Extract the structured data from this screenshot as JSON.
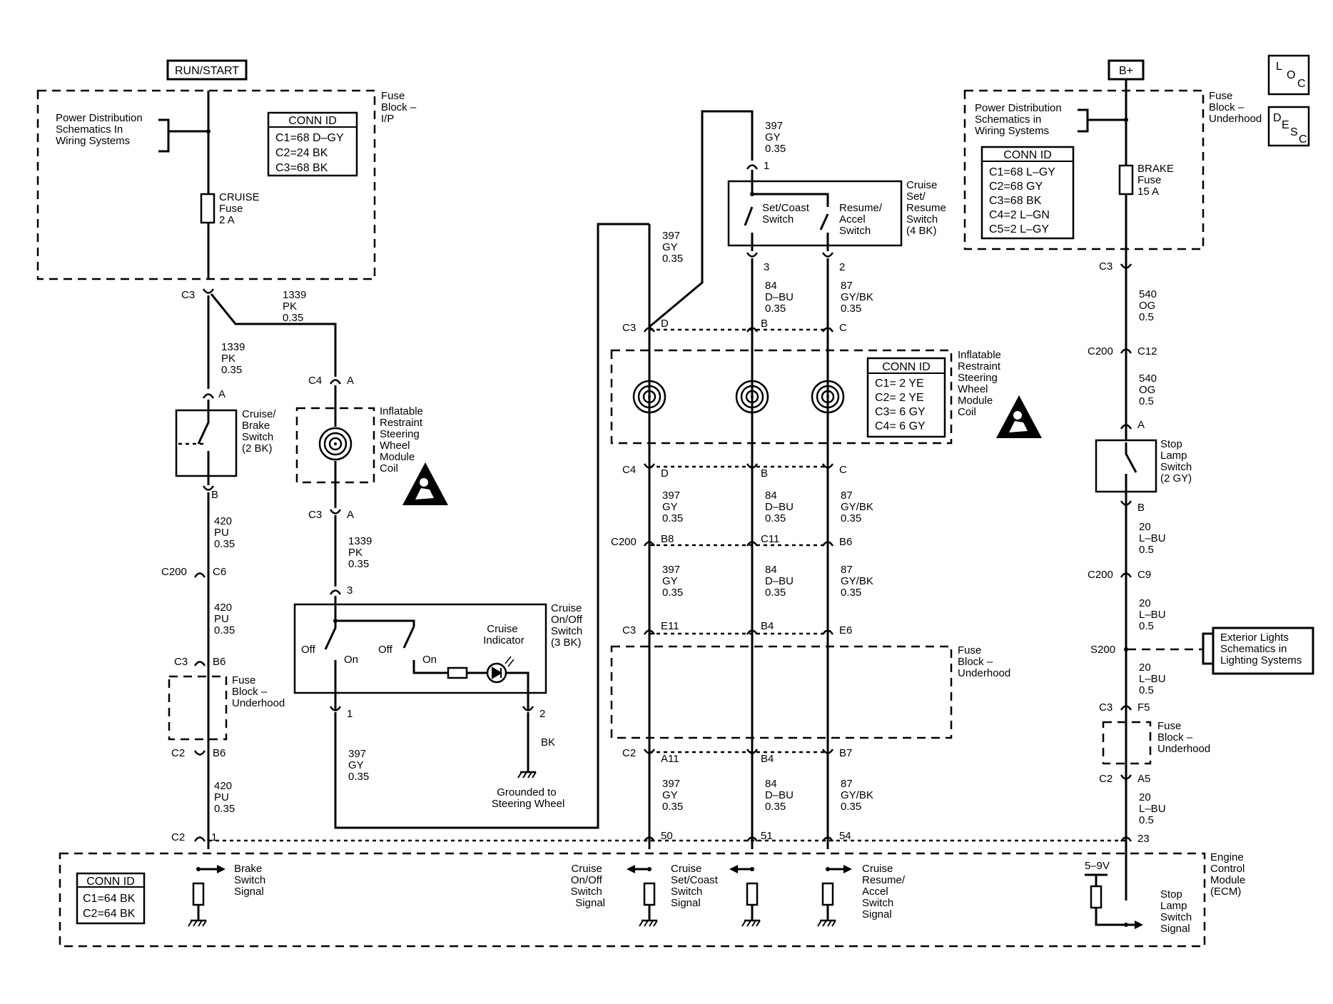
{
  "power": {
    "run_start": "RUN/START",
    "b_plus": "B+"
  },
  "nav": {
    "loc": [
      "L",
      "O",
      "C"
    ],
    "desc": [
      "D",
      "E",
      "S",
      "C"
    ]
  },
  "fuse_ip": {
    "label": [
      "Fuse",
      "Block –",
      "I/P"
    ],
    "note": [
      "Power Distribution",
      "Schematics In",
      "Wiring Systems"
    ],
    "conn_title": "CONN ID",
    "conn": [
      "C1=68 D–GY",
      "C2=24 BK",
      "C3=68 BK"
    ],
    "fuse": [
      "CRUISE",
      "Fuse",
      "2 A"
    ]
  },
  "fuse_uh": {
    "label": [
      "Fuse",
      "Block –",
      "Underhood"
    ],
    "note": [
      "Power Distribution",
      "Schematics in",
      "Wiring Systems"
    ],
    "conn_title": "CONN ID",
    "conn": [
      "C1=68 L–GY",
      "C2=68 GY",
      "C3=68 BK",
      "C4=2 L–GN",
      "C5=2 L–GY"
    ],
    "fuse": [
      "BRAKE",
      "Fuse",
      "15 A"
    ]
  },
  "left": {
    "c3": "C3",
    "wire_1339": [
      "1339",
      "PK",
      "0.35"
    ],
    "wire_1339b": [
      "1339",
      "PK",
      "0.35"
    ],
    "pin_a": "A",
    "brake_switch": [
      "Cruise/",
      "Brake",
      "Switch",
      "(2 BK)"
    ],
    "pin_b": "B",
    "wire_420a": [
      "420",
      "PU",
      "0.35"
    ],
    "c200": "C200",
    "c6": "C6",
    "wire_420b": [
      "420",
      "PU",
      "0.35"
    ],
    "c3b": "C3",
    "b6": "B6",
    "fuse_uh": [
      "Fuse",
      "Block –",
      "Underhood"
    ],
    "c2": "C2",
    "b6b": "B6",
    "wire_420c": [
      "420",
      "PU",
      "0.35"
    ],
    "c2b": "C2",
    "pin1": "1"
  },
  "coil_left": {
    "c4": "C4",
    "a": "A",
    "label": [
      "Inflatable",
      "Restraint",
      "Steering",
      "Wheel",
      "Module",
      "Coil"
    ],
    "c3": "C3",
    "a2": "A",
    "wire": [
      "1339",
      "PK",
      "0.35"
    ],
    "pin3": "3"
  },
  "onoff": {
    "label": [
      "Cruise",
      "On/Off",
      "Switch",
      "(3 BK)"
    ],
    "off1": "Off",
    "on1": "On",
    "off2": "Off",
    "on2": "On",
    "indicator": [
      "Cruise",
      "Indicator"
    ],
    "pin1": "1",
    "pin2": "2",
    "wire": [
      "397",
      "GY",
      "0.35"
    ],
    "bk": "BK",
    "ground": [
      "Grounded to",
      "Steering Wheel"
    ]
  },
  "setres": {
    "wire_top": [
      "397",
      "GY",
      "0.35"
    ],
    "pin1": "1",
    "label": [
      "Cruise",
      "Set/",
      "Resume",
      "Switch",
      "(4 BK)"
    ],
    "set": [
      "Set/Coast",
      "Switch"
    ],
    "res": [
      "Resume/",
      "Accel",
      "Switch"
    ],
    "wire_left": [
      "397",
      "GY",
      "0.35"
    ],
    "pin3": "3",
    "pin2": "2",
    "wire_84": [
      "84",
      "D–BU",
      "0.35"
    ],
    "wire_87": [
      "87",
      "GY/BK",
      "0.35"
    ]
  },
  "coil_right": {
    "label": [
      "Inflatable",
      "Restraint",
      "Steering",
      "Wheel",
      "Module",
      "Coil"
    ],
    "conn_title": "CONN ID",
    "conn": [
      "C1= 2 YE",
      "C2= 2 YE",
      "C3= 6 GY",
      "C4= 6 GY"
    ]
  },
  "conn_rows": {
    "c3_top": {
      "c": "C3",
      "pins": [
        "D",
        "B",
        "C"
      ]
    },
    "c4": {
      "c": "C4",
      "pins": [
        "D",
        "B",
        "C"
      ]
    },
    "c200": {
      "c": "C200",
      "pins": [
        "B8",
        "C11",
        "B6"
      ]
    },
    "c3": {
      "c": "C3",
      "pins": [
        "E11",
        "B4",
        "E6"
      ]
    },
    "c2": {
      "c": "C2",
      "pins": [
        "A11",
        "B4",
        "B7"
      ]
    },
    "ecm": {
      "pins": [
        "50",
        "51",
        "54"
      ]
    }
  },
  "mid_wires": {
    "w397": [
      "397",
      "GY",
      "0.35"
    ],
    "w84": [
      "84",
      "D–BU",
      "0.35"
    ],
    "w87": [
      "87",
      "GY/BK",
      "0.35"
    ]
  },
  "mid_fuse": [
    "Fuse",
    "Block –",
    "Underhood"
  ],
  "right": {
    "c3": "C3",
    "w540a": [
      "540",
      "OG",
      "0.5"
    ],
    "c200": "C200",
    "c12": "C12",
    "w540b": [
      "540",
      "OG",
      "0.5"
    ],
    "a": "A",
    "stop_switch": [
      "Stop",
      "Lamp",
      "Switch",
      "(2 GY)"
    ],
    "b": "B",
    "w20a": [
      "20",
      "L–BU",
      "0.5"
    ],
    "c200b": "C200",
    "c9": "C9",
    "w20b": [
      "20",
      "L–BU",
      "0.5"
    ],
    "s200": "S200",
    "ext": [
      "Exterior Lights",
      "Schematics in",
      "Lighting Systems"
    ],
    "w20c": [
      "20",
      "L–BU",
      "0.5"
    ],
    "c3b": "C3",
    "f5": "F5",
    "fuse": [
      "Fuse",
      "Block –",
      "Underhood"
    ],
    "c2": "C2",
    "a5": "A5",
    "w20d": [
      "20",
      "L–BU",
      "0.5"
    ],
    "pin23": "23"
  },
  "ecm": {
    "label": [
      "Engine",
      "Control",
      "Module",
      "(ECM)"
    ],
    "conn_title": "CONN ID",
    "conn": [
      "C1=64 BK",
      "C2=64 BK"
    ],
    "brake_sig": [
      "Brake",
      "Switch",
      "Signal"
    ],
    "onoff_sig": [
      "Cruise",
      "On/Off",
      "Switch",
      "Signal"
    ],
    "set_sig": [
      "Cruise",
      "Set/Coast",
      "Switch",
      "Signal"
    ],
    "res_sig": [
      "Cruise",
      "Resume/",
      "Accel",
      "Switch",
      "Signal"
    ],
    "volt": "5–9V",
    "stop_sig": [
      "Stop",
      "Lamp",
      "Switch",
      "Signal"
    ]
  }
}
